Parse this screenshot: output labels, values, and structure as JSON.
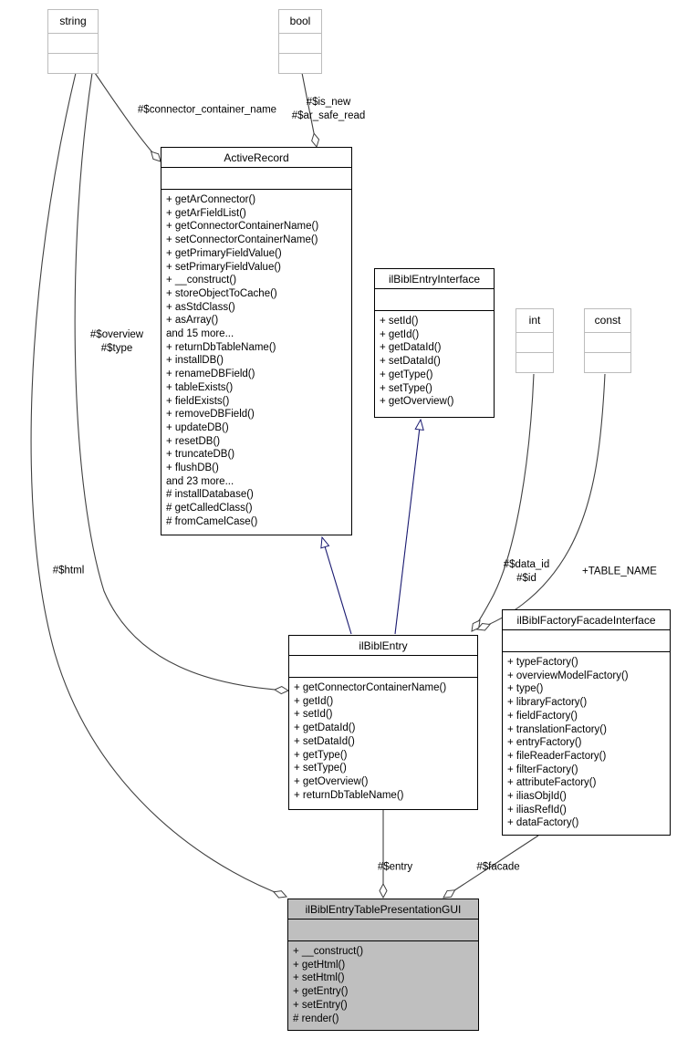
{
  "colors": {
    "inheritance_edge": "#191970",
    "usage_edge": "#404040",
    "class_border": "#000000",
    "primitive_border": "#bcbcbc",
    "focused_class_fill": "#bfbfbf",
    "class_fill": "#ffffff"
  },
  "classes": {
    "string_type": {
      "title": "string"
    },
    "bool_type": {
      "title": "bool"
    },
    "int_type": {
      "title": "int"
    },
    "const_type": {
      "title": "const"
    },
    "active_record": {
      "title": "ActiveRecord",
      "members": [
        "+ getArConnector()",
        "+ getArFieldList()",
        "+ getConnectorContainerName()",
        "+ setConnectorContainerName()",
        "+ getPrimaryFieldValue()",
        "+ setPrimaryFieldValue()",
        "+ __construct()",
        "+ storeObjectToCache()",
        "+ asStdClass()",
        "+ asArray()",
        "and 15 more...",
        "+ returnDbTableName()",
        "+ installDB()",
        "+ renameDBField()",
        "+ tableExists()",
        "+ fieldExists()",
        "+ removeDBField()",
        "+ updateDB()",
        "+ resetDB()",
        "+ truncateDB()",
        "+ flushDB()",
        "and 23 more...",
        "# installDatabase()",
        "# getCalledClass()",
        "# fromCamelCase()"
      ]
    },
    "entry_interface": {
      "title": "ilBiblEntryInterface",
      "members": [
        "+ setId()",
        "+ getId()",
        "+ getDataId()",
        "+ setDataId()",
        "+ getType()",
        "+ setType()",
        "+ getOverview()"
      ]
    },
    "entry": {
      "title": "ilBiblEntry",
      "members": [
        "+ getConnectorContainerName()",
        "+ getId()",
        "+ setId()",
        "+ getDataId()",
        "+ setDataId()",
        "+ getType()",
        "+ setType()",
        "+ getOverview()",
        "+ returnDbTableName()"
      ]
    },
    "facade_interface": {
      "title": "ilBiblFactoryFacadeInterface",
      "members": [
        "+ typeFactory()",
        "+ overviewModelFactory()",
        "+ type()",
        "+ libraryFactory()",
        "+ fieldFactory()",
        "+ translationFactory()",
        "+ entryFactory()",
        "+ fileReaderFactory()",
        "+ filterFactory()",
        "+ attributeFactory()",
        "+ iliasObjId()",
        "+ iliasRefId()",
        "+ dataFactory()"
      ]
    },
    "presentation_gui": {
      "title": "ilBiblEntryTablePresentationGUI",
      "members": [
        "+ __construct()",
        "+ getHtml()",
        "+ setHtml()",
        "+ getEntry()",
        "+ setEntry()",
        "# render()"
      ]
    }
  },
  "edge_labels": {
    "connector_container_name": "#$connector_container_name",
    "is_new_ar_safe_read": "#$is_new\n#$ar_safe_read",
    "overview_type": "#$overview\n#$type",
    "html": "#$html",
    "data_id_id": "#$data_id\n#$id",
    "table_name": "+TABLE_NAME",
    "entry": "#$entry",
    "facade": "#$facade"
  }
}
